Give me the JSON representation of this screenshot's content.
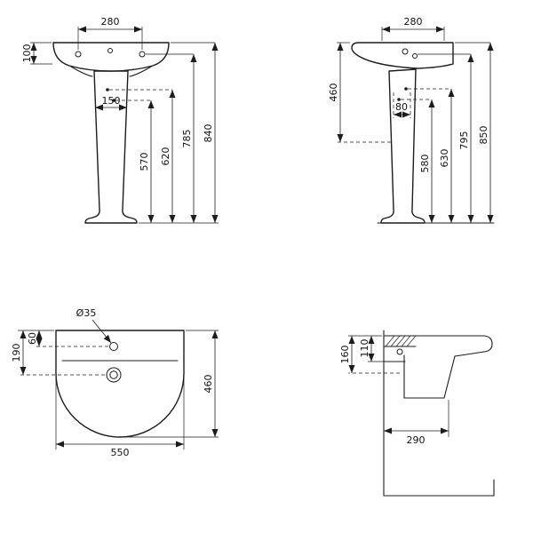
{
  "front_view": {
    "hole_spacing": "280",
    "rim_to_apron": "100",
    "pedestal_width": "150",
    "lower_fixing_height": "570",
    "upper_fixing_height": "620",
    "taphole_height": "785",
    "total_height": "840"
  },
  "side_view": {
    "hole_spacing": "280",
    "front_height": "460",
    "fixing_depth": "80",
    "lower_fixing_height": "580",
    "upper_fixing_height": "630",
    "taphole_height": "795",
    "total_height": "850"
  },
  "plan_view": {
    "taphole_diameter": "Ø35",
    "taphole_offset": "60",
    "drain_offset": "190",
    "width": "550",
    "depth": "460"
  },
  "section_view": {
    "front_edge_drop": "160",
    "back_edge_drop": "110",
    "shroud_depth": "290"
  }
}
